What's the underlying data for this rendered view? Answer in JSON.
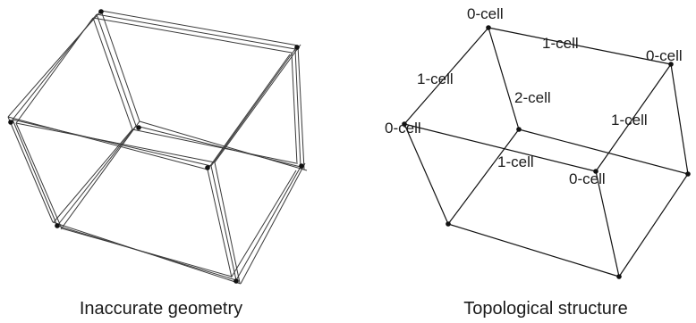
{
  "left_panel": {
    "caption": "Inaccurate geometry"
  },
  "right_panel": {
    "caption": "Topological structure",
    "labels": {
      "top_left": "0-cell",
      "top_edge": "1-cell",
      "top_right": "0-cell",
      "left_upper_edge": "1-cell",
      "face": "2-cell",
      "left_vertex": "0-cell",
      "right_edge": "1-cell",
      "bottom_edge": "1-cell",
      "bottom_vertex": "0-cell"
    }
  },
  "colors": {
    "line": "#111111",
    "text": "#1a1a1a",
    "background": "#ffffff"
  }
}
